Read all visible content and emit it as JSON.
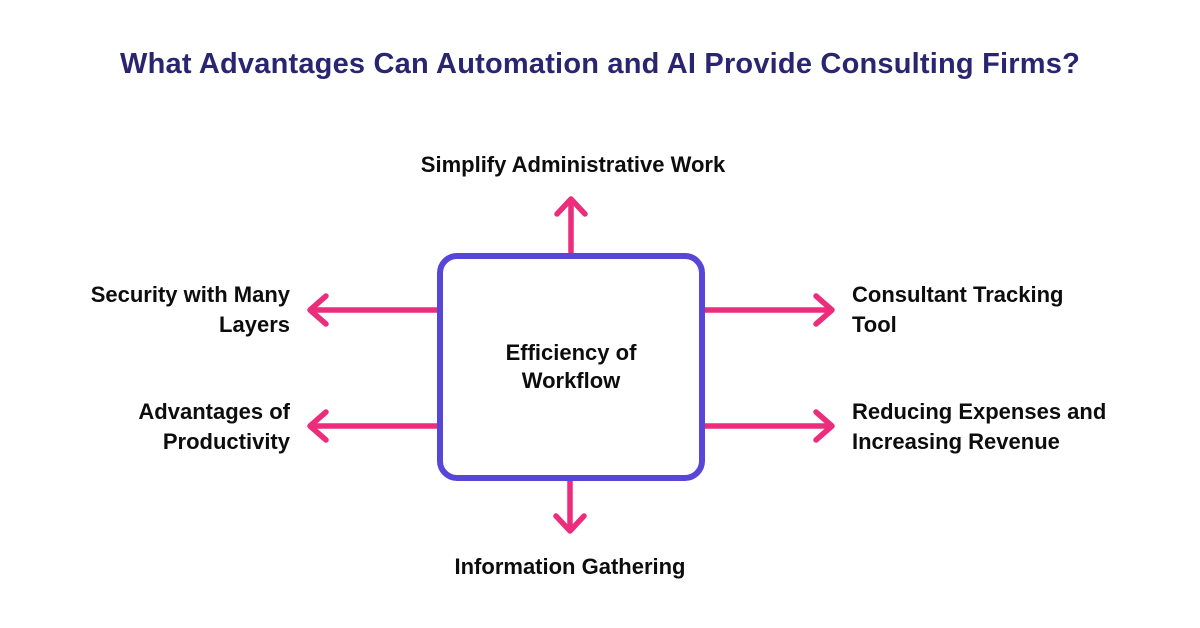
{
  "title": {
    "text": "What Advantages Can Automation and AI Provide Consulting Firms?"
  },
  "center": {
    "text": "Efficiency of Workflow",
    "lines": [
      "Efficiency of",
      "Workflow"
    ]
  },
  "spokes": {
    "top": {
      "text": "Simplify Administrative Work",
      "lines": [
        "Simplify Administrative Work"
      ],
      "direction": "up"
    },
    "left_top": {
      "text": "Security with Many Layers",
      "lines": [
        "Security with Many",
        "Layers"
      ],
      "direction": "left"
    },
    "left_bottom": {
      "text": "Advantages of Productivity",
      "lines": [
        "Advantages of",
        "Productivity"
      ],
      "direction": "left"
    },
    "right_top": {
      "text": "Consultant Tracking Tool",
      "lines": [
        "Consultant Tracking",
        "Tool"
      ],
      "direction": "right"
    },
    "right_bottom": {
      "text": "Reducing Expenses and Increasing Revenue",
      "lines": [
        "Reducing Expenses and",
        "Increasing Revenue"
      ],
      "direction": "right"
    },
    "bottom": {
      "text": "Information Gathering",
      "lines": [
        "Information Gathering"
      ],
      "direction": "down"
    }
  },
  "colors": {
    "background": "#FFFFFF",
    "title_text": "#2A2570",
    "node_text": "#0D0D0D",
    "arrow": "#EB2D7C",
    "center_border": "#5847D6",
    "center_fill": "#FFFFFF"
  }
}
